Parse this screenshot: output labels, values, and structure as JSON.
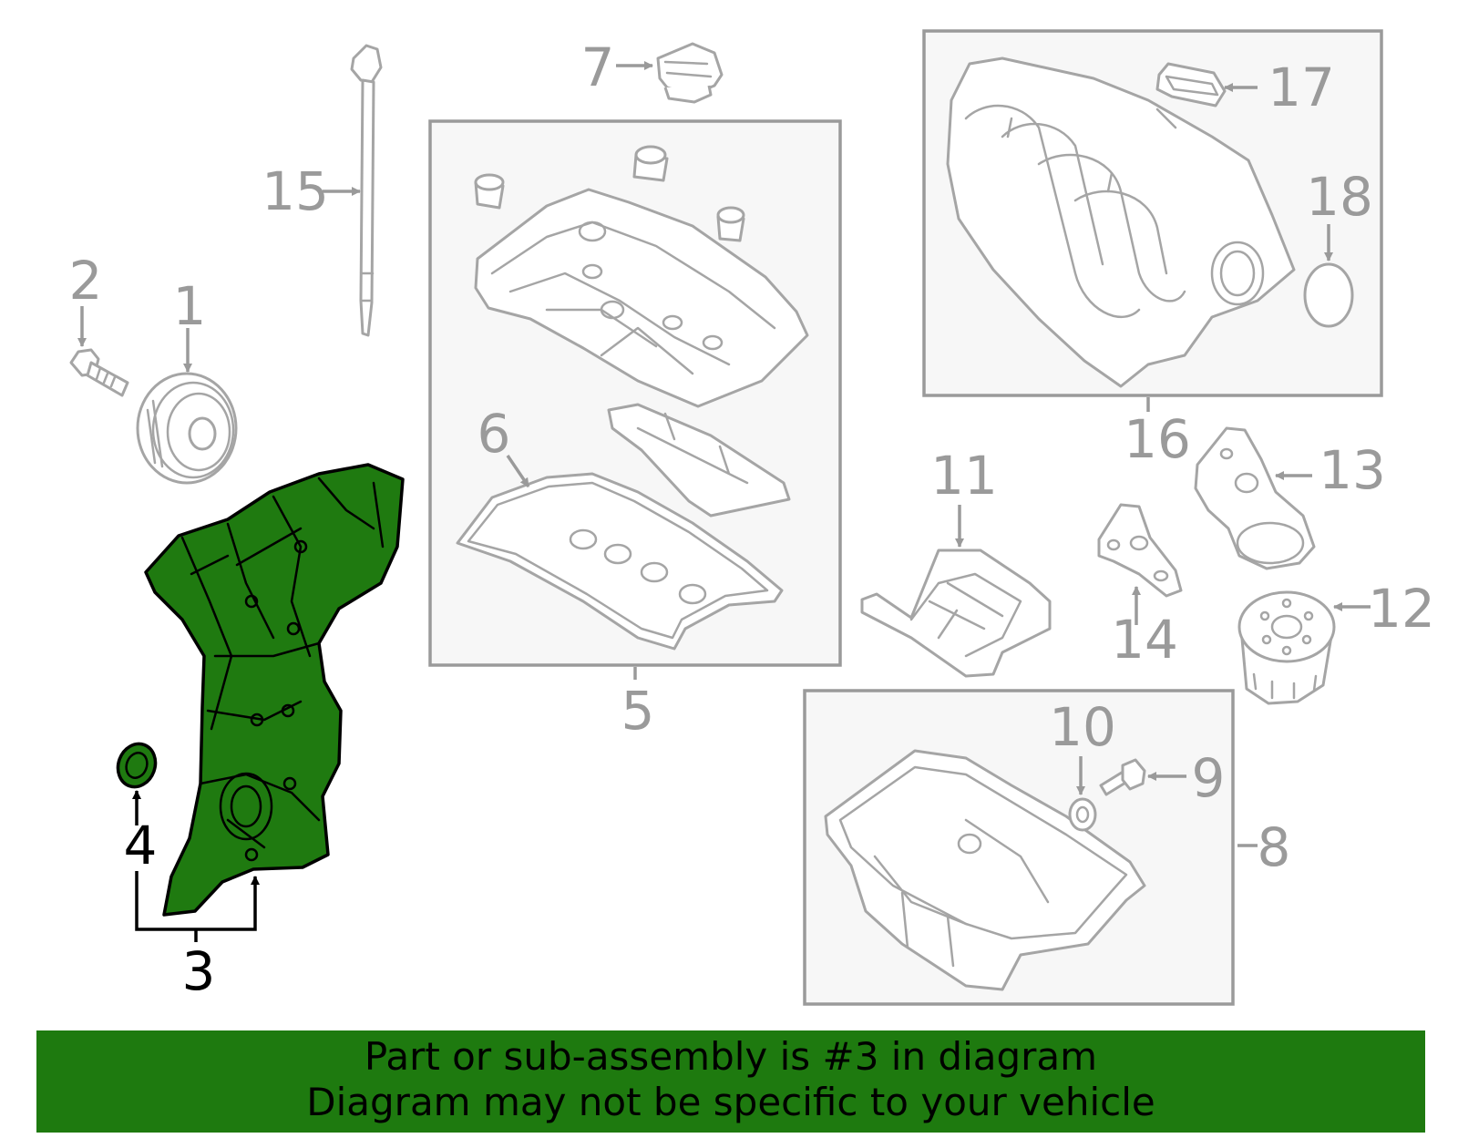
{
  "callouts": {
    "n1": "1",
    "n2": "2",
    "n3": "3",
    "n4": "4",
    "n5": "5",
    "n6": "6",
    "n7": "7",
    "n8": "8",
    "n9": "9",
    "n10": "10",
    "n11": "11",
    "n12": "12",
    "n13": "13",
    "n14": "14",
    "n15": "15",
    "n16": "16",
    "n17": "17",
    "n18": "18"
  },
  "highlight": {
    "part_number": "3",
    "color": "#1e7a0f"
  },
  "banner": {
    "line1": "Part or sub-assembly is #3 in diagram",
    "line2": "Diagram may not be specific to your vehicle"
  }
}
